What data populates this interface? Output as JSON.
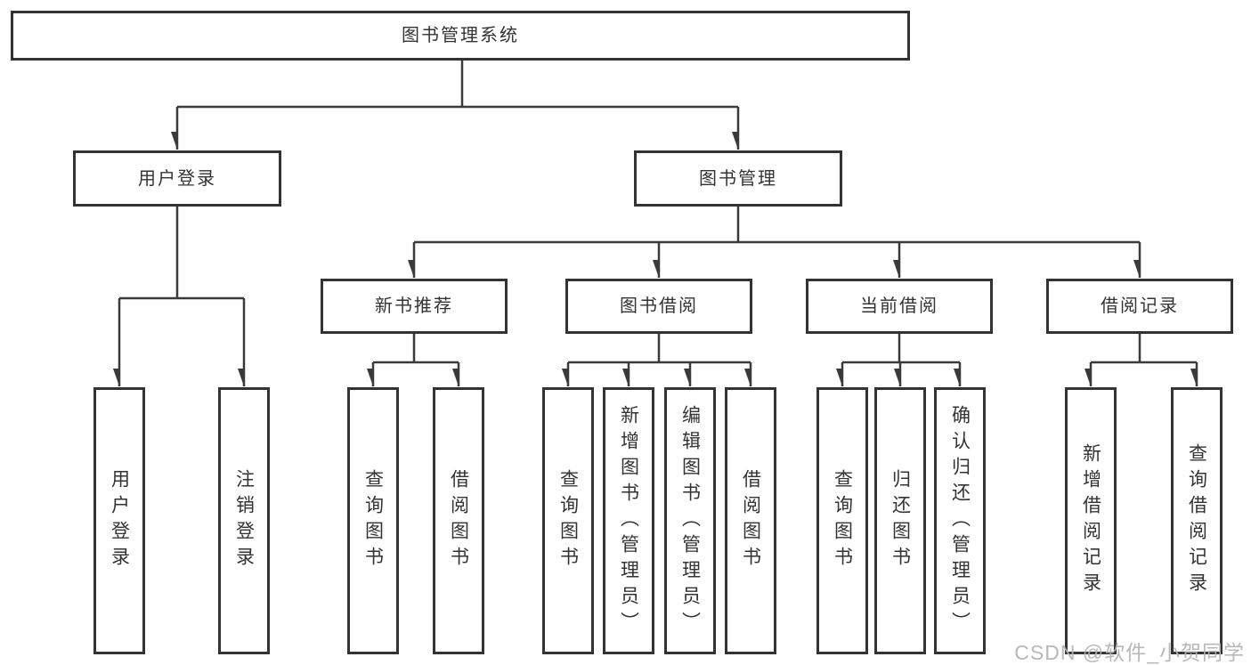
{
  "diagram": {
    "tree": {
      "label": "图书管理系统",
      "children": [
        {
          "label": "用户登录",
          "children": [
            {
              "label": "用户登录"
            },
            {
              "label": "注销登录"
            }
          ]
        },
        {
          "label": "图书管理",
          "children": [
            {
              "label": "新书推荐",
              "children": [
                {
                  "label": "查询图书"
                },
                {
                  "label": "借阅图书"
                }
              ]
            },
            {
              "label": "图书借阅",
              "children": [
                {
                  "label": "查询图书"
                },
                {
                  "label": "新增图书（管理员）"
                },
                {
                  "label": "编辑图书（管理员）"
                },
                {
                  "label": "借阅图书"
                }
              ]
            },
            {
              "label": "当前借阅",
              "children": [
                {
                  "label": "查询图书"
                },
                {
                  "label": "归还图书"
                },
                {
                  "label": "确认归还（管理员）"
                }
              ]
            },
            {
              "label": "借阅记录",
              "children": [
                {
                  "label": "新增借阅记录"
                },
                {
                  "label": "查询借阅记录"
                }
              ]
            }
          ]
        }
      ]
    },
    "colors": {
      "line": "#3a3a3a",
      "box_border": "#333333",
      "text": "#333333",
      "watermark": "#b2b2b2",
      "background": "#ffffff"
    }
  },
  "watermark": {
    "text": "CSDN @软件_小贺同学"
  }
}
